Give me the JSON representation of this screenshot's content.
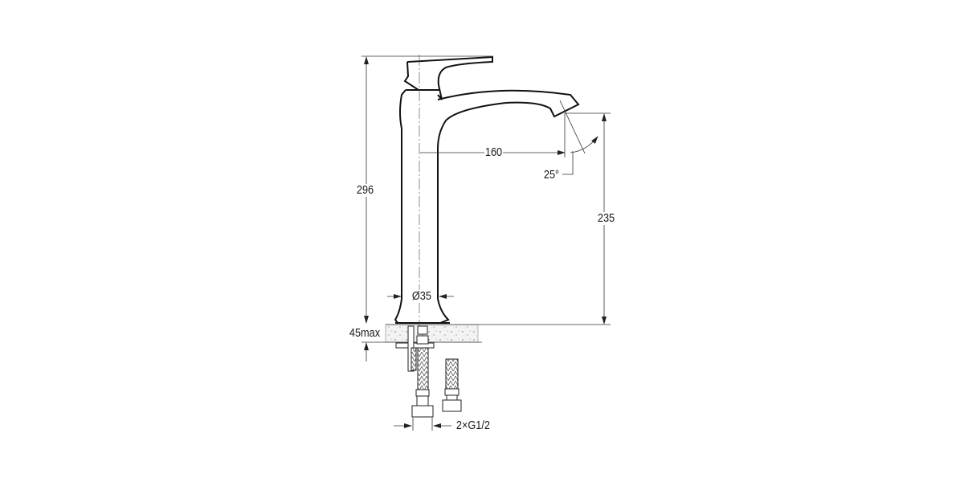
{
  "drawing": {
    "type": "technical-dimension-drawing",
    "subject": "tall single-lever basin mixer faucet",
    "colors": {
      "line": "#111111",
      "dimension_line": "#333333",
      "countertop_fill": "#f2f2f2",
      "background": "#ffffff"
    },
    "dimensions": {
      "total_height": "296",
      "spout_height": "235",
      "spout_reach": "160",
      "spout_angle": "25°",
      "base_diameter": "Ø35",
      "max_countertop_thickness": "45max",
      "connection_hoses": "2×G1/2"
    }
  }
}
